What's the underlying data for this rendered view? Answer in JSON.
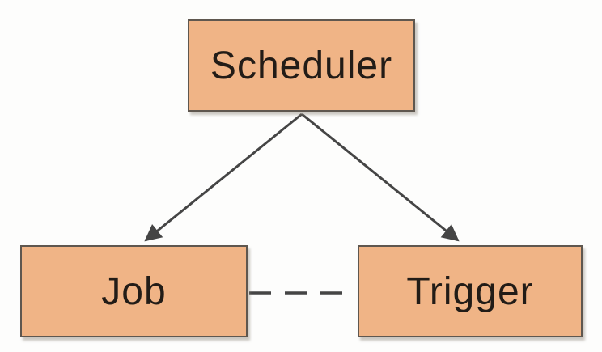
{
  "diagram": {
    "nodes": [
      {
        "id": "scheduler",
        "label": "Scheduler"
      },
      {
        "id": "job",
        "label": "Job"
      },
      {
        "id": "trigger",
        "label": "Trigger"
      }
    ],
    "edges": [
      {
        "from": "scheduler",
        "to": "job",
        "style": "solid-arrow"
      },
      {
        "from": "scheduler",
        "to": "trigger",
        "style": "solid-arrow"
      },
      {
        "from": "job",
        "to": "trigger",
        "style": "dashed-line"
      }
    ],
    "colors": {
      "bg_color": "#fdfdfc",
      "box_fill": "#f0b486",
      "box_border": "#5f574f",
      "line_color": "#454545",
      "text_color": "#221c17"
    }
  }
}
